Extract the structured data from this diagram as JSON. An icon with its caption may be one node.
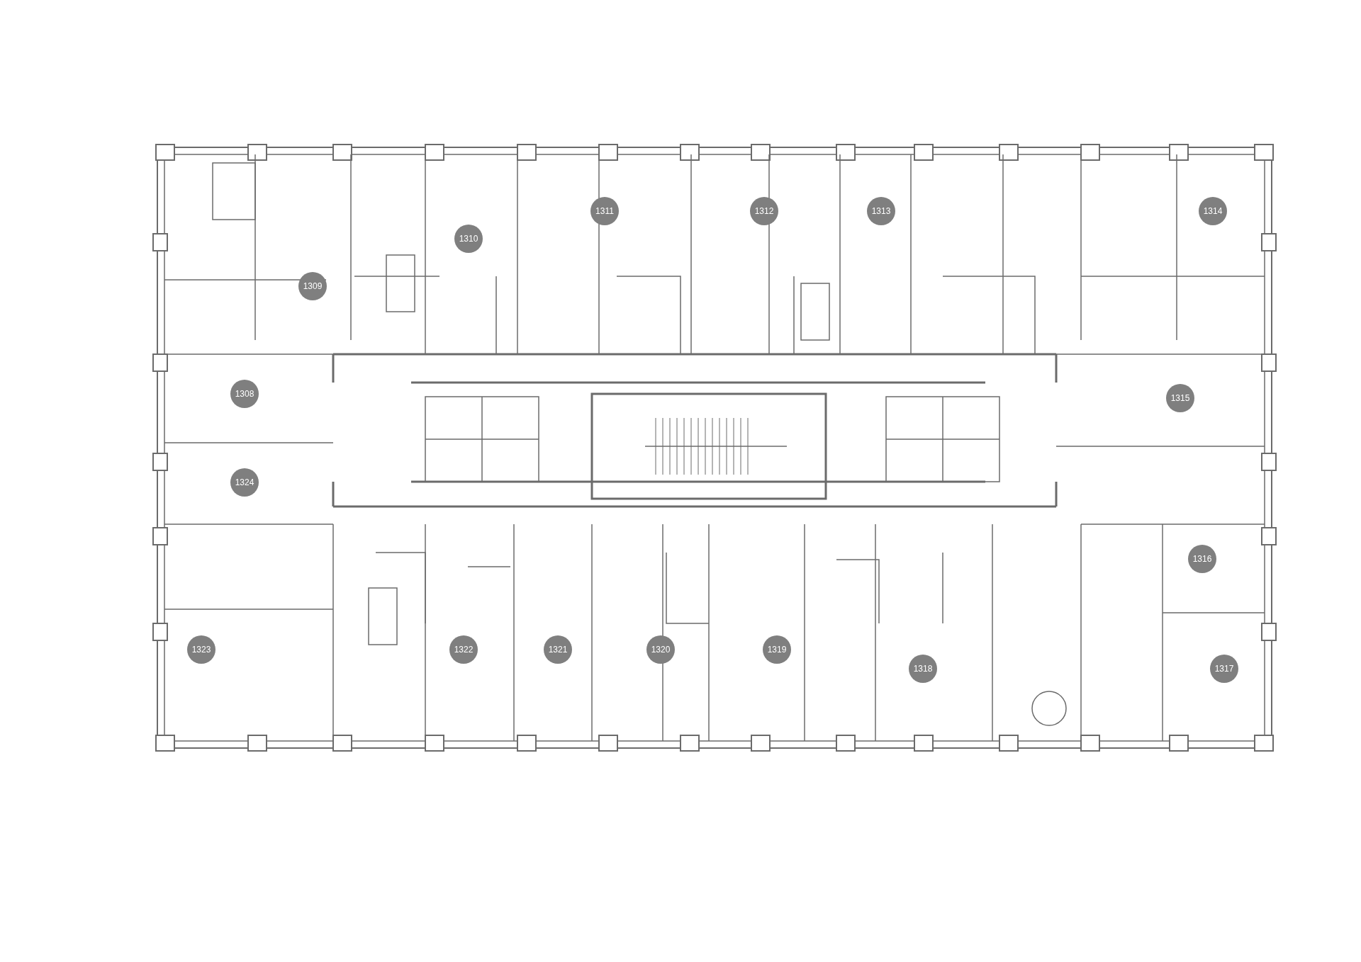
{
  "diagram": {
    "labels": [
      "1311",
      "1312",
      "1313",
      "1314",
      "1310",
      "1309",
      "1308",
      "1315",
      "1324",
      "1316",
      "1323",
      "1322",
      "1321",
      "1320",
      "1319",
      "1318",
      "1317"
    ]
  }
}
